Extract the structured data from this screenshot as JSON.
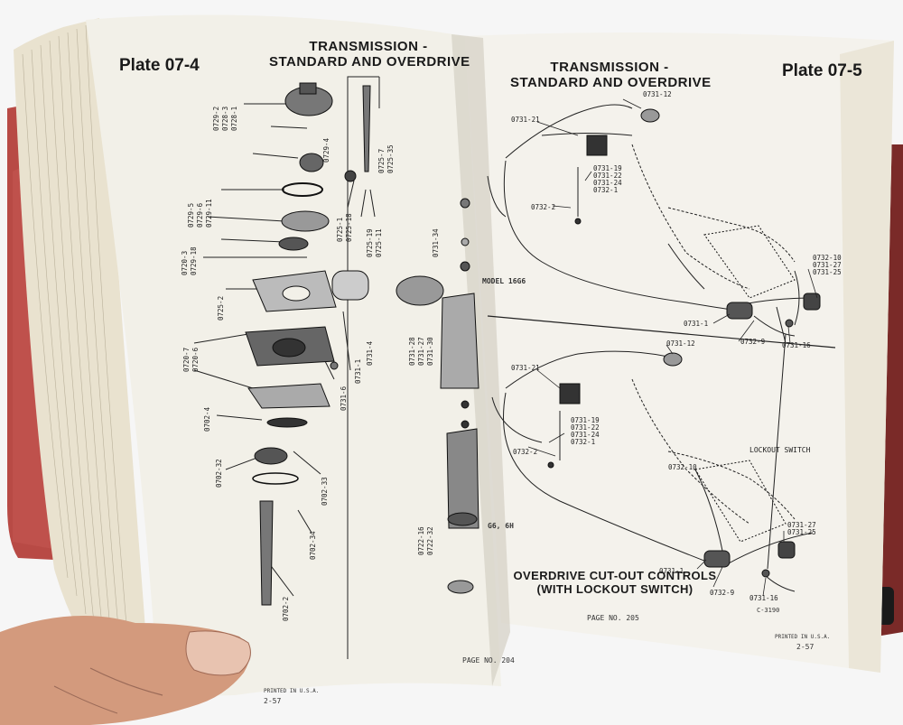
{
  "left_page": {
    "plate": "Plate 07-4",
    "title_line1": "TRANSMISSION -",
    "title_line2": "STANDARD AND OVERDRIVE",
    "model_label": "MODEL 16G6",
    "model_label2": "G6, 6H",
    "page_no": "PAGE NO. 204",
    "printed": "PRINTED IN U.S.A.",
    "date": "2-57",
    "parts_left": [
      "0729-2",
      "0728-3",
      "0728-1",
      "0729-4",
      "0729-5",
      "0729-6",
      "0729-11",
      "0720-3",
      "0729-18",
      "0725-2",
      "0720-7",
      "0720-6",
      "0702-4",
      "0702-32",
      "0702-33",
      "0702-34",
      "0702-2",
      "0731-6",
      "0731-1",
      "0731-4"
    ],
    "parts_mid": [
      "0725-7",
      "0725-35",
      "0725-1",
      "0725-18",
      "0725-19",
      "0725-11",
      "0731-34",
      "0731-28",
      "0731-27",
      "0731-30",
      "0722-16",
      "0722-32"
    ]
  },
  "right_page": {
    "plate": "Plate 07-5",
    "title_line1": "TRANSMISSION -",
    "title_line2": "STANDARD AND OVERDRIVE",
    "top_parts": {
      "p1": "0731-12",
      "p2": "0731-21",
      "group": [
        "0731-19",
        "0731-22",
        "0731-24",
        "0732-1"
      ],
      "p3": "0732-2",
      "right_group": [
        "0732-10",
        "0731-27",
        "0731-25"
      ],
      "p4": "0731-1",
      "p5": "0732-9",
      "p6": "0731-16"
    },
    "bottom_parts": {
      "p1": "0731-12",
      "p2": "0731-21",
      "group": [
        "0731-19",
        "0731-22",
        "0731-24",
        "0732-1"
      ],
      "p3": "0732-2",
      "p4": "0732-10",
      "lockout": "LOCKOUT SWITCH",
      "right_group": [
        "0731-27",
        "0731-25"
      ],
      "p5": "0731-1",
      "p6": "0732-9",
      "p7": "0731-16"
    },
    "caption_line1": "OVERDRIVE CUT-OUT CONTROLS",
    "caption_line2": "(WITH LOCKOUT SWITCH)",
    "page_no": "PAGE NO. 205",
    "code": "C-3190",
    "printed": "PRINTED IN U.S.A.",
    "date": "2-57"
  }
}
